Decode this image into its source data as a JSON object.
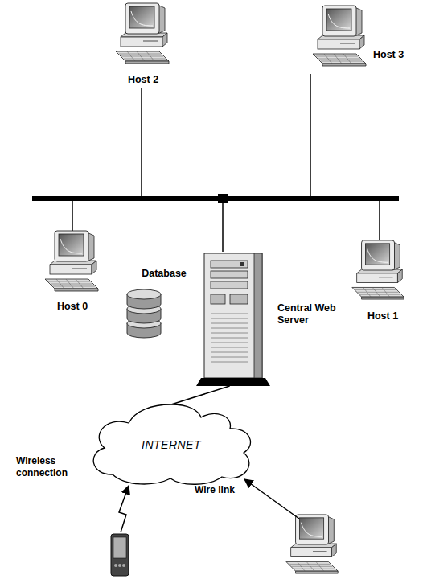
{
  "diagram": {
    "nodes": [
      {
        "text": [
          "Host 2"
        ]
      },
      {
        "text": [
          "Host 3"
        ]
      },
      {
        "text": [
          "Host 0"
        ]
      },
      {
        "text": [
          "Database"
        ]
      },
      {
        "text": [
          "Central Web Server"
        ]
      },
      {
        "text": [
          "Host 1"
        ]
      },
      {
        "text": [
          "INTERNET"
        ]
      }
    ],
    "edges": [
      {
        "from": 4,
        "to": 6,
        "arrow": "none"
      }
    ],
    "labels": [
      "Wireless connection",
      "Wire link"
    ]
  }
}
